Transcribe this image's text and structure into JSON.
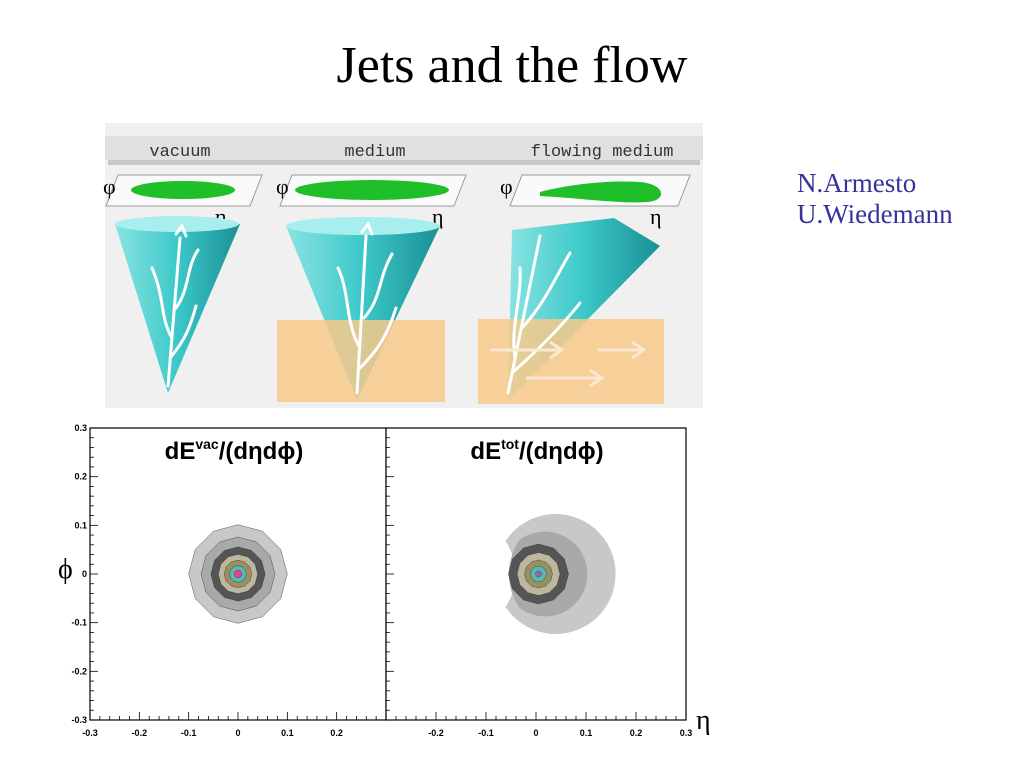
{
  "slide": {
    "title": "Jets and the flow",
    "authors": [
      "N.Armesto",
      "U.Wiedemann"
    ]
  },
  "cartoon": {
    "labels": [
      "vacuum",
      "medium",
      "flowing medium"
    ],
    "axis_phi": "φ",
    "axis_eta": "η",
    "colors": {
      "cone": "#3cc8c8",
      "cone_dark": "#1a8f95",
      "medium": "#f7c98a",
      "jet_profile": "#1fbf2a"
    }
  },
  "panel_titles": {
    "left": {
      "base": "dE",
      "sup": "vac",
      "tail": "/(dηdϕ)"
    },
    "right": {
      "base": "dE",
      "sup": "tot",
      "tail": "/(dηdϕ)"
    }
  },
  "axis_labels": {
    "y": "ϕ",
    "x": "η"
  },
  "chart_data": [
    {
      "type": "heatmap",
      "title": "dE^vac/(dηdϕ)",
      "xlabel": "η",
      "ylabel": "ϕ",
      "xlim": [
        -0.3,
        0.3
      ],
      "ylim": [
        -0.3,
        0.3
      ],
      "x_ticks": [
        "-0.3",
        "-0.2",
        "-0.1",
        "0",
        "0.1",
        "0.2"
      ],
      "y_ticks": [
        "0.3",
        "0.2",
        "0.1",
        "0",
        "-0.1",
        "-0.2",
        "-0.3"
      ],
      "contours": [
        {
          "level": 1,
          "r": 0.1,
          "color": "#c8c8c8"
        },
        {
          "level": 2,
          "r": 0.075,
          "color": "#a9a9a9"
        },
        {
          "level": 3,
          "r": 0.055,
          "color": "#555555"
        },
        {
          "level": 4,
          "r": 0.04,
          "color": "#bdb79f"
        },
        {
          "level": 5,
          "r": 0.028,
          "color": "#9a8f5e"
        },
        {
          "level": 6,
          "r": 0.017,
          "color": "#54b9b4"
        },
        {
          "level": 7,
          "r": 0.008,
          "color": "#e0458e"
        }
      ]
    },
    {
      "type": "heatmap",
      "title": "dE^tot/(dηdϕ)",
      "xlabel": "η",
      "ylabel": "ϕ",
      "xlim": [
        -0.3,
        0.3
      ],
      "ylim": [
        -0.3,
        0.3
      ],
      "x_ticks": [
        "-0.2",
        "-0.1",
        "0",
        "0.1",
        "0.2",
        "0.3"
      ],
      "y_ticks": [],
      "contours": [
        {
          "level": 1,
          "r": 0.12,
          "color": "#c8c8c8"
        },
        {
          "level": 2,
          "r": 0.085,
          "color": "#a9a9a9"
        },
        {
          "level": 3,
          "r": 0.06,
          "color": "#555555"
        },
        {
          "level": 4,
          "r": 0.043,
          "color": "#bdb79f"
        },
        {
          "level": 5,
          "r": 0.028,
          "color": "#9a8f5e"
        },
        {
          "level": 6,
          "r": 0.016,
          "color": "#54b9b4"
        },
        {
          "level": 7,
          "r": 0.006,
          "color": "#a062a8"
        }
      ]
    }
  ]
}
